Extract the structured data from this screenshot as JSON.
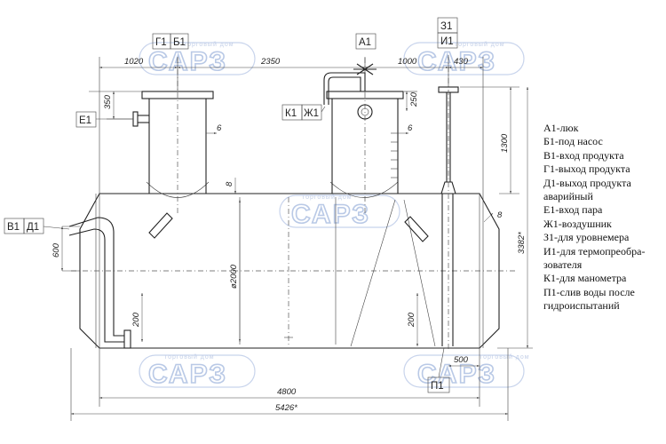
{
  "watermark": {
    "brand": "САРЗ",
    "slogan": "торговый дом"
  },
  "tags": {
    "g1": "Г1",
    "b1": "Б1",
    "a1": "А1",
    "z1": "З1",
    "i1": "И1",
    "e1": "Е1",
    "k1": "К1",
    "zh1": "Ж1",
    "v1": "В1",
    "d1": "Д1",
    "p1": "П1"
  },
  "dims": {
    "d1020": "1020",
    "d2350": "2350",
    "d1000": "1000",
    "d430": "430",
    "d350": "350",
    "d250": "250",
    "d1300": "1300",
    "d3382": "3382*",
    "d600": "600",
    "d200a": "200",
    "d200b": "200",
    "d2000": "ø2000",
    "d4800": "4800",
    "d5426": "5426*",
    "d500": "500",
    "w6a": "6",
    "w6b": "6",
    "w8a": "8",
    "w8b": "8"
  },
  "legend": [
    "А1-люк",
    "Б1-под насос",
    "В1-вход продукта",
    "Г1-выход продукта",
    "Д1-выход продукта\nаварийный",
    "Е1-вход пара",
    "Ж1-воздушник",
    "З1-для уровнемера",
    "И1-для термопреобра-\n   зователя",
    "К1-для манометра",
    "П1-слив воды после\nгидроиспытаний"
  ]
}
